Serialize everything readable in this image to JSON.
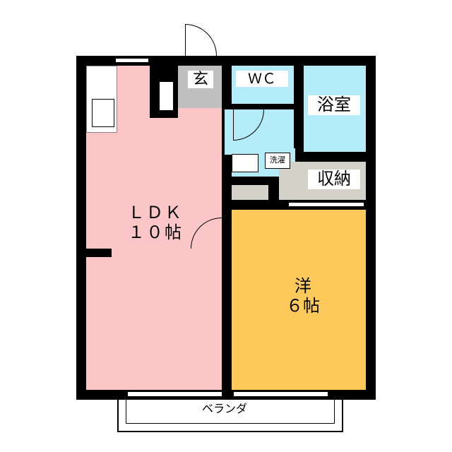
{
  "rooms": {
    "ldk": {
      "name": "ＬＤＫ",
      "size": "１０帖",
      "color": "#fcc6c8"
    },
    "western": {
      "name": "洋",
      "size": "６帖",
      "color": "#fdc95b"
    },
    "entrance": {
      "name": "玄",
      "color": "#c0c0c0"
    },
    "wc": {
      "name": "ＷＣ",
      "color": "#b3ecf8"
    },
    "bath": {
      "name": "浴室",
      "color": "#b3ecf8"
    },
    "storage": {
      "name": "収納",
      "color": "#d4d1c8"
    },
    "laundry": {
      "name": "洗濯"
    },
    "balcony": {
      "name": "ベランダ"
    }
  }
}
